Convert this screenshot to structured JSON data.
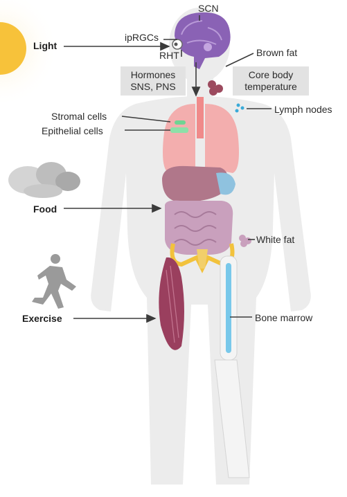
{
  "labels": {
    "light": "Light",
    "food": "Food",
    "exercise": "Exercise",
    "scn": "SCN",
    "iprgcs": "ipRGCs",
    "rht": "RHT",
    "brown_fat": "Brown fat",
    "hormones_box": [
      "Hormones",
      "SNS, PNS"
    ],
    "core_body_box": [
      "Core body",
      "temperature"
    ],
    "lymph_nodes": "Lymph nodes",
    "stromal_cells": "Stromal cells",
    "epithelial_cells": "Epithelial cells",
    "white_fat": "White fat",
    "bone_marrow": "Bone marrow"
  },
  "colors": {
    "sun": "#f7c23a",
    "brain": "#8a62b5",
    "lungs": "#f4a3a3",
    "liver": "#b0778a",
    "gut": "#c9a0bd",
    "muscle": "#9a3f5e",
    "bone": "#79c8ea",
    "brown_fat": "#9c4a5e",
    "lymph": "#3aaad8",
    "epithelial": "#6fd493",
    "body_silhouette": "#ececec"
  }
}
